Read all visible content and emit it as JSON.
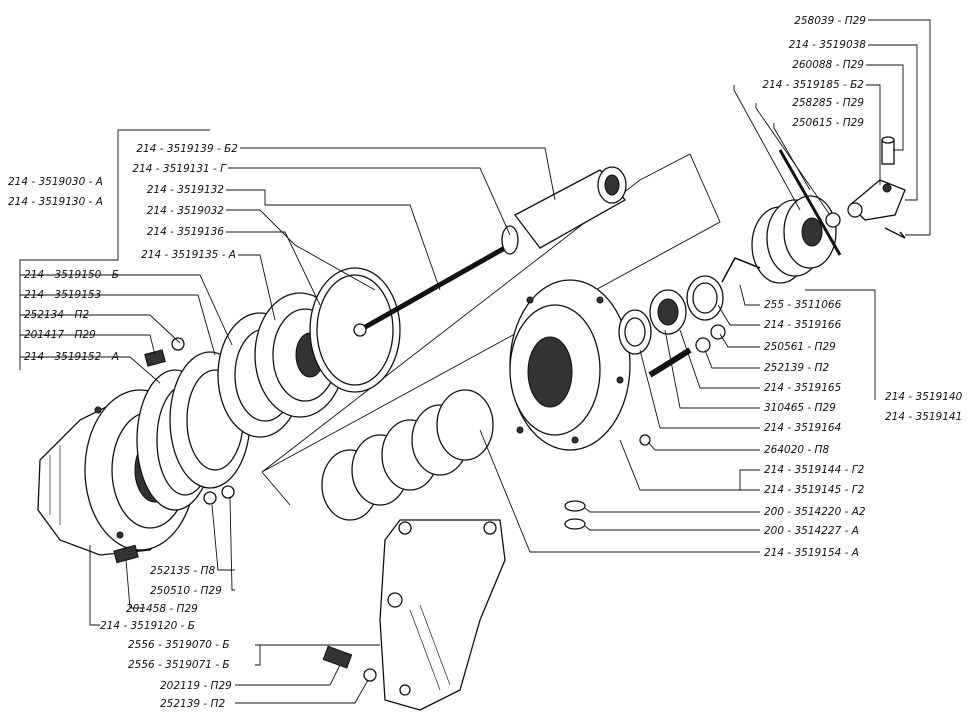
{
  "labels": {
    "l_258039": "258039 - П29",
    "l_3519038": "214 - 3519038",
    "l_260088": "260088 - П29",
    "l_3519185": "214 - 3519185 - Б2",
    "l_258285": "258285 - П29",
    "l_250615": "250615 - П29",
    "l_3519139": "214 - 3519139 - Б2",
    "l_3519131": "214 - 3519131 - Г",
    "l_3519132": "214 - 3519132",
    "l_3519032": "214 - 3519032",
    "l_3519136": "214 - 3519136",
    "l_3519135": "214 - 3519135 - А",
    "l_3519030": "214 - 3519030 - А",
    "l_3519130": "214 - 3519130 - А",
    "l_3519150": "214 - 3519150 - Б",
    "l_3519153": "214 - 3519153",
    "l_252134": "252134 - П2",
    "l_201417": "201417 - П29",
    "l_3519152": "214 - 3519152 - А",
    "l_3511066": "255 - 3511066",
    "l_3519166": "214 - 3519166",
    "l_250561": "250561 - П29",
    "l_252139a": "252139 - П2",
    "l_3519165": "214 - 3519165",
    "l_310465": "310465 - П29",
    "l_3519164": "214 - 3519164",
    "l_264020": "264020 - П8",
    "l_3519144": "214 - 3519144 - Г2",
    "l_3519145": "214 - 3519145 - Г2",
    "l_3519140": "214 - 3519140",
    "l_3519141": "214 - 3519141",
    "l_3514220": "200 - 3514220 - А2",
    "l_3514227": "200 - 3514227 - А",
    "l_3519154": "214 - 3519154 - А",
    "l_252135": "252135 - П8",
    "l_250510": "250510 - П29",
    "l_201458": "201458 - П29",
    "l_3519120": "214 - 3519120 - Б",
    "l_3519070": "2556 - 3519070 - Б",
    "l_3519071": "2556 - 3519071 - Б",
    "l_202119": "202119 - П29",
    "l_252139b": "252139 - П2"
  }
}
